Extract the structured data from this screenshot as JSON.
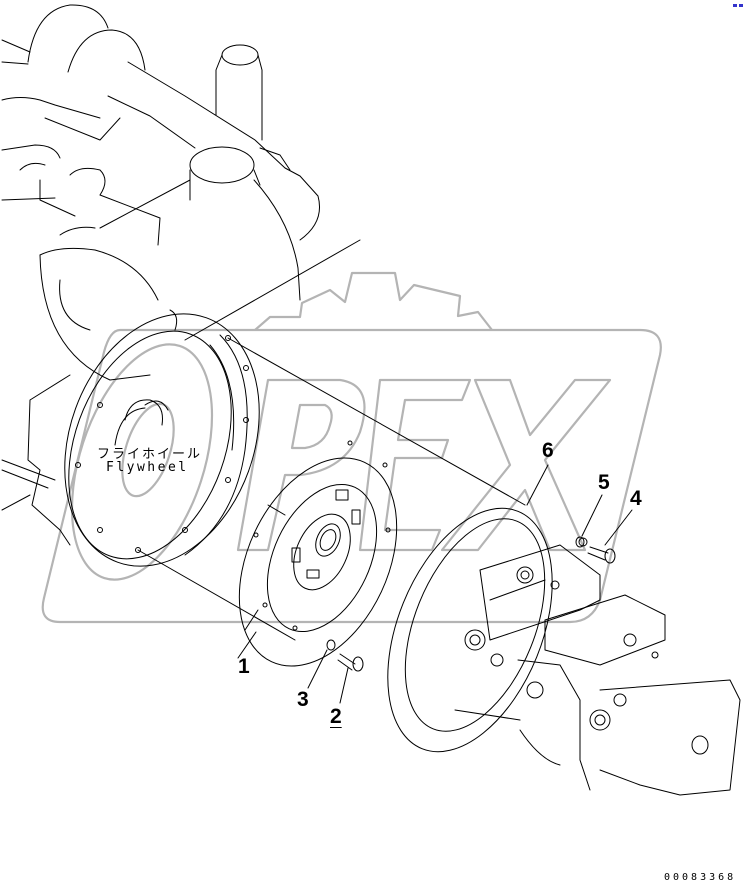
{
  "diagram": {
    "type": "exploded parts diagram",
    "subject": "Engine flywheel to hydraulic pump mounting",
    "watermark": "OPEX",
    "drawing_number": "00083368",
    "colors": {
      "line": "#000000",
      "watermark": "#b4b4b4",
      "corner_mark": "#3333cc",
      "background": "#ffffff"
    },
    "labels": {
      "flywheel_ja": "フライホイール",
      "flywheel_en": "Flywheel"
    },
    "callouts": [
      {
        "number": "1",
        "part": "damper / coupling disc"
      },
      {
        "number": "2",
        "part": "bolt",
        "underlined": true
      },
      {
        "number": "3",
        "part": "washer"
      },
      {
        "number": "4",
        "part": "bolt"
      },
      {
        "number": "5",
        "part": "washer"
      },
      {
        "number": "6",
        "part": "pump housing flange"
      }
    ]
  }
}
